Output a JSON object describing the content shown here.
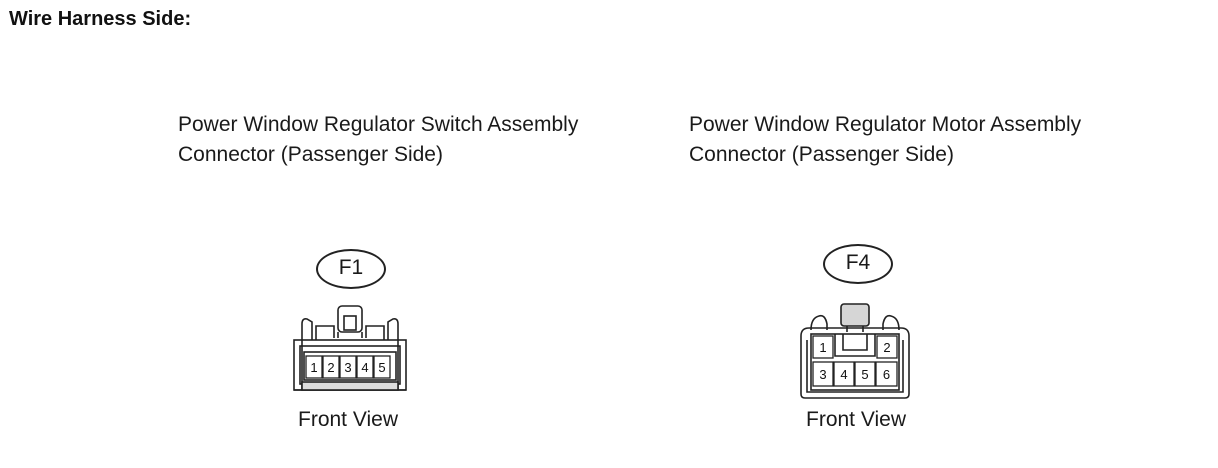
{
  "heading": "Wire Harness Side:",
  "connectors": [
    {
      "title_line1": "Power Window Regulator Switch Assembly",
      "title_line2": "Connector (Passenger Side)",
      "code": "F1",
      "pins": [
        "1",
        "2",
        "3",
        "4",
        "5"
      ],
      "view_label": "Front View"
    },
    {
      "title_line1": "Power Window Regulator Motor Assembly",
      "title_line2": "Connector (Passenger Side)",
      "code": "F4",
      "pins_top": [
        "1",
        "2"
      ],
      "pins_bottom": [
        "3",
        "4",
        "5",
        "6"
      ],
      "view_label": "Front View"
    }
  ]
}
